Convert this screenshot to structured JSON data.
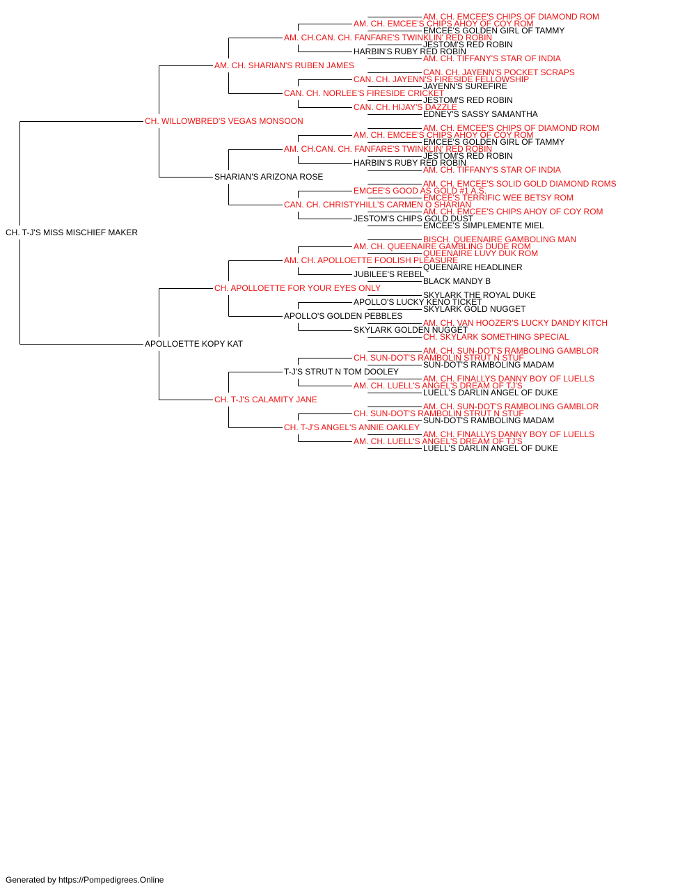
{
  "colors": {
    "champion": "#ee1111",
    "normal": "#000000",
    "line": "#000000"
  },
  "subject": {
    "name": "CH. T-J'S MISS MISCHIEF MAKER",
    "champion": false
  },
  "generations": [
    [
      {
        "name": "CH. WILLOWBRED'S VEGAS MONSOON",
        "champion": true
      },
      {
        "name": "APOLLOETTE KOPY KAT",
        "champion": false
      }
    ],
    [
      {
        "name": "AM. CH. SHARIAN'S RUBEN JAMES",
        "champion": true
      },
      {
        "name": "SHARIAN'S ARIZONA ROSE",
        "champion": false
      },
      {
        "name": "CH. APOLLOETTE FOR YOUR EYES ONLY",
        "champion": true
      },
      {
        "name": "CH. T-J'S CALAMITY JANE",
        "champion": true
      }
    ],
    [
      {
        "name": "AM. CH.CAN. CH. FANFARE'S TWINKLIN' RED ROBIN",
        "champion": true
      },
      {
        "name": "CAN. CH. NORLEE'S FIRESIDE CRICKET",
        "champion": true
      },
      {
        "name": "AM. CH.CAN. CH. FANFARE'S TWINKLIN' RED ROBIN",
        "champion": true
      },
      {
        "name": "CAN. CH. CHRISTYHILL'S CARMEN O SHARIAN",
        "champion": true
      },
      {
        "name": "AM. CH. APOLLOETTE FOOLISH PLEASURE",
        "champion": true
      },
      {
        "name": "APOLLO'S GOLDEN PEBBLES",
        "champion": false
      },
      {
        "name": "T-J'S STRUT N TOM DOOLEY",
        "champion": false
      },
      {
        "name": "CH. T-J'S ANGEL'S ANNIE OAKLEY",
        "champion": true
      }
    ],
    [
      {
        "name": "AM. CH. EMCEE'S CHIPS AHOY OF COY ROM",
        "champion": true
      },
      {
        "name": "HARBIN'S RUBY RED ROBIN",
        "champion": false
      },
      {
        "name": "CAN. CH. JAYENN'S FIRESIDE FELLOWSHIP",
        "champion": true
      },
      {
        "name": "CAN. CH. HIJAY'S DAZZLE",
        "champion": true
      },
      {
        "name": "AM. CH. EMCEE'S CHIPS AHOY OF COY ROM",
        "champion": true
      },
      {
        "name": "HARBIN'S RUBY RED ROBIN",
        "champion": false
      },
      {
        "name": "EMCEE'S GOOD AS GOLD #1 A.S.",
        "champion": true
      },
      {
        "name": "JESTOM'S CHIPS GOLD DUST",
        "champion": false
      },
      {
        "name": "AM. CH. QUEENAIRE GAMBLING DUDE ROM",
        "champion": true
      },
      {
        "name": "JUBILEE'S REBEL",
        "champion": false
      },
      {
        "name": "APOLLO'S LUCKY KENO TICKET",
        "champion": false
      },
      {
        "name": "SKYLARK GOLDEN NUGGET",
        "champion": false
      },
      {
        "name": "CH. SUN-DOT'S RAMBOLIN STRUT N STUF",
        "champion": true
      },
      {
        "name": "AM. CH. LUELL'S ANGEL'S DREAM OF TJ'S",
        "champion": true
      },
      {
        "name": "CH. SUN-DOT'S RAMBOLIN STRUT N STUF",
        "champion": true
      },
      {
        "name": "AM. CH. LUELL'S ANGEL'S DREAM OF TJ'S",
        "champion": true
      }
    ],
    [
      {
        "name": "AM. CH. EMCEE'S CHIPS OF DIAMOND ROM",
        "champion": true
      },
      {
        "name": "EMCEE'S GOLDEN GIRL OF TAMMY",
        "champion": false
      },
      {
        "name": "JESTOM'S RED ROBIN",
        "champion": false
      },
      {
        "name": "AM. CH. TIFFANY'S STAR OF INDIA",
        "champion": true
      },
      {
        "name": "CAN. CH. JAYENN'S POCKET SCRAPS",
        "champion": true
      },
      {
        "name": "JAYENN'S SUREFIRE",
        "champion": false
      },
      {
        "name": "JESTOM'S RED ROBIN",
        "champion": false
      },
      {
        "name": "EDNEY'S SASSY SAMANTHA",
        "champion": false
      },
      {
        "name": "AM. CH. EMCEE'S CHIPS OF DIAMOND ROM",
        "champion": true
      },
      {
        "name": "EMCEE'S GOLDEN GIRL OF TAMMY",
        "champion": false
      },
      {
        "name": "JESTOM'S RED ROBIN",
        "champion": false
      },
      {
        "name": "AM. CH. TIFFANY'S STAR OF INDIA",
        "champion": true
      },
      {
        "name": "AM. CH. EMCEE'S SOLID GOLD DIAMOND ROMS",
        "champion": true
      },
      {
        "name": "EMCEE'S TERRIFIC WEE BETSY ROM",
        "champion": true
      },
      {
        "name": "AM. CH. EMCEE'S CHIPS AHOY OF COY ROM",
        "champion": true
      },
      {
        "name": "EMCEE'S SIMPLEMENTE MIEL",
        "champion": false
      },
      {
        "name": "BISCH. QUEENAIRE GAMBOLING MAN",
        "champion": true
      },
      {
        "name": "QUEENAIRE LUVY DUK ROM",
        "champion": true
      },
      {
        "name": "QUEENAIRE HEADLINER",
        "champion": false
      },
      {
        "name": "BLACK MANDY B",
        "champion": false
      },
      {
        "name": "SKYLARK THE ROYAL DUKE",
        "champion": false
      },
      {
        "name": "SKYLARK GOLD NUGGET",
        "champion": false
      },
      {
        "name": "AM. CH. VAN HOOZER'S LUCKY DANDY KITCH",
        "champion": true
      },
      {
        "name": "CH. SKYLARK SOMETHING SPECIAL",
        "champion": true
      },
      {
        "name": "AM. CH. SUN-DOT'S RAMBOLING GAMBLOR",
        "champion": true
      },
      {
        "name": "SUN-DOT'S RAMBOLING MADAM",
        "champion": false
      },
      {
        "name": "AM. CH. FINALLYS DANNY BOY OF LUELLS",
        "champion": true
      },
      {
        "name": "LUELL'S DARLIN ANGEL OF DUKE",
        "champion": false
      },
      {
        "name": "AM. CH. SUN-DOT'S RAMBOLING GAMBLOR",
        "champion": true
      },
      {
        "name": "SUN-DOT'S RAMBOLING MADAM",
        "champion": false
      },
      {
        "name": "AM. CH. FINALLYS DANNY BOY OF LUELLS",
        "champion": true
      },
      {
        "name": "LUELL'S DARLIN ANGEL OF DUKE",
        "champion": false
      }
    ]
  ],
  "footer": "Generated by https://Pompedigrees.Online"
}
